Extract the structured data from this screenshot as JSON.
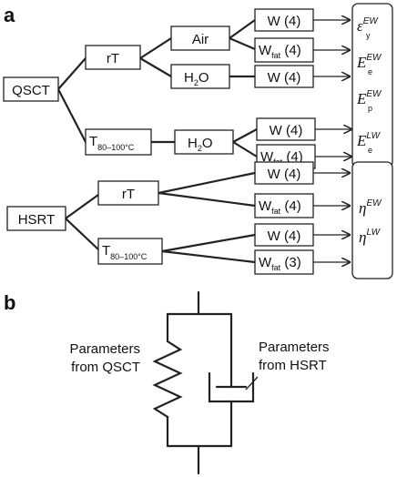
{
  "panel_a": {
    "label": "a",
    "top": {
      "root": "QSCT",
      "branch_rt": "rT",
      "branch_t_main": "T",
      "branch_t_sub": "80–100°C",
      "air": "Air",
      "h2o_main": "H",
      "h2o_sub": "2",
      "h2o_tail": "O",
      "w4": "W (4)",
      "wfat_main": "W",
      "wfat_sub": "fat",
      "wfat4_tail": " (4)",
      "outputs": [
        {
          "sym": "ε",
          "sub": "y",
          "sup": "EW"
        },
        {
          "sym": "E",
          "sub": "e",
          "sup": "EW"
        },
        {
          "sym": "E",
          "sub": "p",
          "sup": "EW"
        },
        {
          "sym": "E",
          "sub": "e",
          "sup": "LW"
        }
      ]
    },
    "bottom": {
      "root": "HSRT",
      "branch_rt": "rT",
      "branch_t_main": "T",
      "branch_t_sub": "80–100°C",
      "w4": "W (4)",
      "wfat_main": "W",
      "wfat_sub": "fat",
      "wfat4_tail": " (4)",
      "wfat3_tail": " (3)",
      "outputs": [
        {
          "sym": "η",
          "sup": "EW"
        },
        {
          "sym": "η",
          "sup": "LW"
        }
      ]
    }
  },
  "panel_b": {
    "label": "b",
    "left_caption_1": "Parameters",
    "left_caption_2": "from QSCT",
    "right_caption_1": "Parameters",
    "right_caption_2": "from HSRT"
  }
}
